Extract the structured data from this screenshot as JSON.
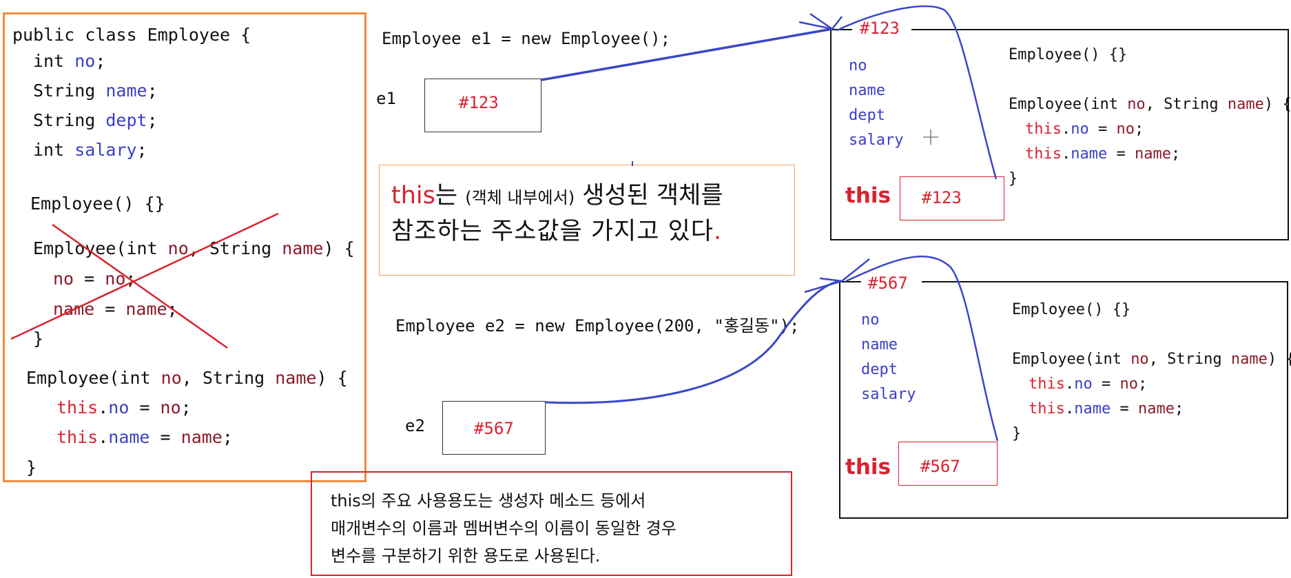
{
  "left_code": {
    "lines": [
      "public class Employee {",
      "int",
      "no",
      ";",
      "String",
      "name",
      ";",
      "String",
      "dept",
      ";",
      "int",
      "salary",
      ";",
      "Employee() {}",
      "Employee(int ",
      "no",
      ", String ",
      "name",
      ") {",
      "no",
      " = ",
      "no",
      ";",
      "name",
      " = ",
      "name",
      ";",
      "}",
      "Employee(int ",
      "no",
      ", String ",
      "name",
      ") {",
      "this",
      ".",
      "no",
      " = ",
      "no",
      ";",
      "this",
      ".",
      "name",
      " = ",
      "name",
      ";",
      "}"
    ]
  },
  "statements": {
    "e1": "Employee e1 = new Employee();",
    "e2": "Employee e2 = new Employee(200, \"홍길동\");"
  },
  "refs": {
    "e1_label": "e1",
    "e1_value": "#123",
    "e2_label": "e2",
    "e2_value": "#567"
  },
  "note_this": {
    "word": "this",
    "part1": "는",
    "paren": "(객체 내부에서)",
    "part2": "생성된 객체를",
    "line2": "참조하는 주소값을 가지고 있다",
    "dot": "."
  },
  "note_usage": {
    "lines": [
      "this의 주요 사용용도는 생성자 메소드 등에서",
      "매개변수의 이름과 멤버변수의 이름이 동일한 경우",
      "변수를 구분하기 위한 용도로 사용된다."
    ]
  },
  "objects": [
    {
      "address": "#123",
      "fields": [
        "no",
        "name",
        "dept",
        "salary"
      ],
      "this_label": "this",
      "this_value": "#123",
      "ctor_default": "Employee() {}",
      "ctor_sig_a": "Employee(int ",
      "ctor_sig_b": "no",
      "ctor_sig_c": ", String ",
      "ctor_sig_d": "name",
      "ctor_sig_e": ") {",
      "assign1_this": "this",
      "assign1_dot": ".",
      "assign1_field": "no",
      "assign1_eq": " = ",
      "assign1_param": "no",
      "assign1_end": ";",
      "assign2_this": "this",
      "assign2_dot": ".",
      "assign2_field": "name",
      "assign2_eq": " = ",
      "assign2_param": "name",
      "assign2_end": ";",
      "close": "}"
    },
    {
      "address": "#567",
      "fields": [
        "no",
        "name",
        "dept",
        "salary"
      ],
      "this_label": "this",
      "this_value": "#567",
      "ctor_default": "Employee() {}",
      "ctor_sig_a": "Employee(int ",
      "ctor_sig_b": "no",
      "ctor_sig_c": ", String ",
      "ctor_sig_d": "name",
      "ctor_sig_e": ") {",
      "assign1_this": "this",
      "assign1_dot": ".",
      "assign1_field": "no",
      "assign1_eq": " = ",
      "assign1_param": "no",
      "assign1_end": ";",
      "assign2_this": "this",
      "assign2_dot": ".",
      "assign2_field": "name",
      "assign2_eq": " = ",
      "assign2_param": "name",
      "assign2_end": ";",
      "close": "}"
    }
  ],
  "colors": {
    "class_box": "#f08a3c",
    "note_this_box": "#f0a060",
    "note_usage_box": "#d8222f",
    "arrow": "#3b46c9",
    "this_red": "#d8222f",
    "field_blue": "#3b3fc6",
    "param_maroon": "#8b1a2a"
  }
}
